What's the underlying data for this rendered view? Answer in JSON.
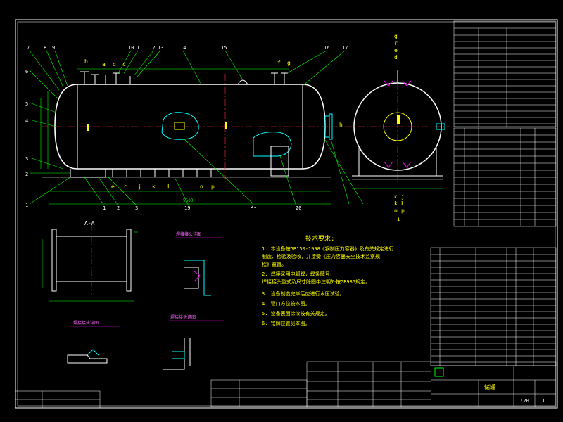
{
  "drawing": {
    "section_label": "A-A",
    "tech_title": "技术要求:",
    "tech_notes": [
      "1. 本设备按GB150-1998《钢制压力容器》及有关规定进行",
      "   制造、检验及验收，并接受《压力容器安全技术监察规",
      "   程》监督。",
      "2. 焊接采用电弧焊，焊条牌号，",
      "   焊接接头型式及尺寸除图中注明外按GB985规定。",
      "3. 设备制造完毕后应进行水压试验。",
      "4. 管口方位按本图。",
      "5. 设备表面涂漆按有关规定。",
      "6. 铭牌位置见本图。"
    ],
    "top_callouts": [
      "7",
      "8",
      "9",
      "10",
      "11",
      "12",
      "13",
      "14",
      "15",
      "16",
      "17"
    ],
    "left_callouts": [
      "6",
      "5",
      "4",
      "3",
      "2",
      "1"
    ],
    "bottom_callouts": [
      "1",
      "2",
      "3",
      "19",
      "20",
      "21"
    ],
    "nozzle_letters_top": [
      "b",
      "a",
      "d",
      "c",
      "f",
      "g"
    ],
    "nozzle_letters_bottom": [
      "e",
      "c",
      "j",
      "k",
      "L",
      "o",
      "p"
    ],
    "end_view_letters": [
      "g",
      "r",
      "e",
      "d",
      "h"
    ],
    "end_view_bottom_letters": [
      "c",
      "j",
      "k",
      "L",
      "o",
      "p",
      "i"
    ],
    "detail_titles": [
      "焊接接头详图",
      "焊接接头详图",
      "焊接接头详图"
    ],
    "dim_overall": "5600",
    "title_block": {
      "drawing_name": "储罐",
      "scale": "1:20",
      "sheet": "1"
    }
  }
}
